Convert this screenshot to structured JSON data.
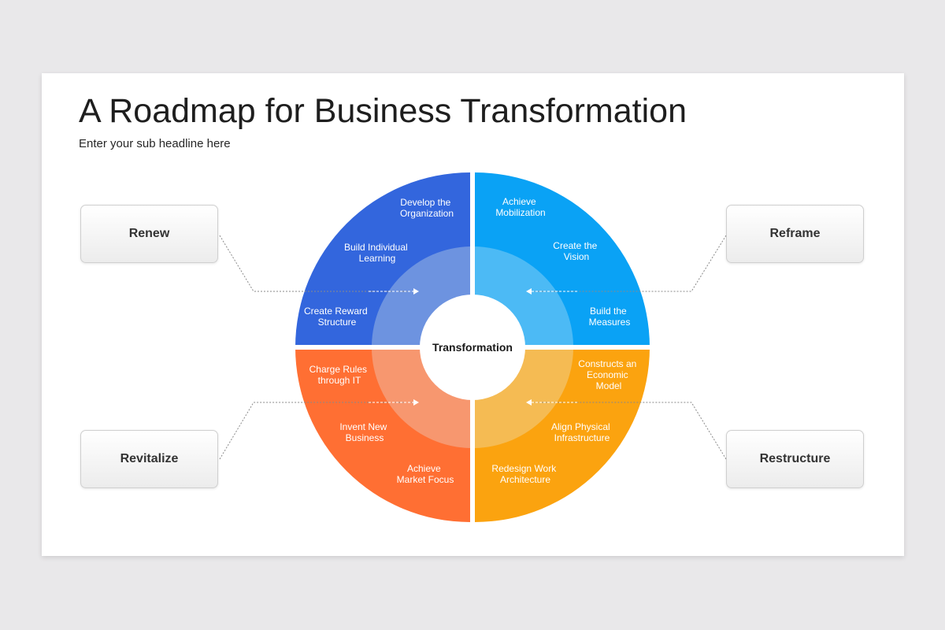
{
  "title": "A Roadmap for Business Transformation",
  "subtitle": "Enter your sub headline here",
  "center_label": "Transformation",
  "side_boxes": {
    "renew": "Renew",
    "reframe": "Reframe",
    "revitalize": "Revitalize",
    "restructure": "Restructure"
  },
  "quadrants": {
    "top_left": {
      "color": "#3366dd",
      "inner_color": "#6d93e0",
      "items": [
        [
          "Develop the",
          "Organization"
        ],
        [
          "Build Individual",
          "Learning"
        ],
        [
          "Create Reward",
          "Structure"
        ]
      ]
    },
    "top_right": {
      "color": "#0aa2f5",
      "inner_color": "#4cbaf5",
      "items": [
        [
          "Achieve",
          "Mobilization"
        ],
        [
          "Create the",
          "Vision"
        ],
        [
          "Build the",
          "Measures"
        ]
      ]
    },
    "bottom_left": {
      "color": "#ff6f33",
      "inner_color": "#f7976f",
      "items": [
        [
          "Charge Rules",
          "through IT"
        ],
        [
          "Invent New",
          "Business"
        ],
        [
          "Achieve",
          "Market Focus"
        ]
      ]
    },
    "bottom_right": {
      "color": "#fba30f",
      "inner_color": "#f5bb53",
      "items": [
        [
          "Constructs an",
          "Economic",
          "Model"
        ],
        [
          "Align Physical",
          "Infrastructure"
        ],
        [
          "Redesign Work",
          "Architecture"
        ]
      ]
    }
  }
}
